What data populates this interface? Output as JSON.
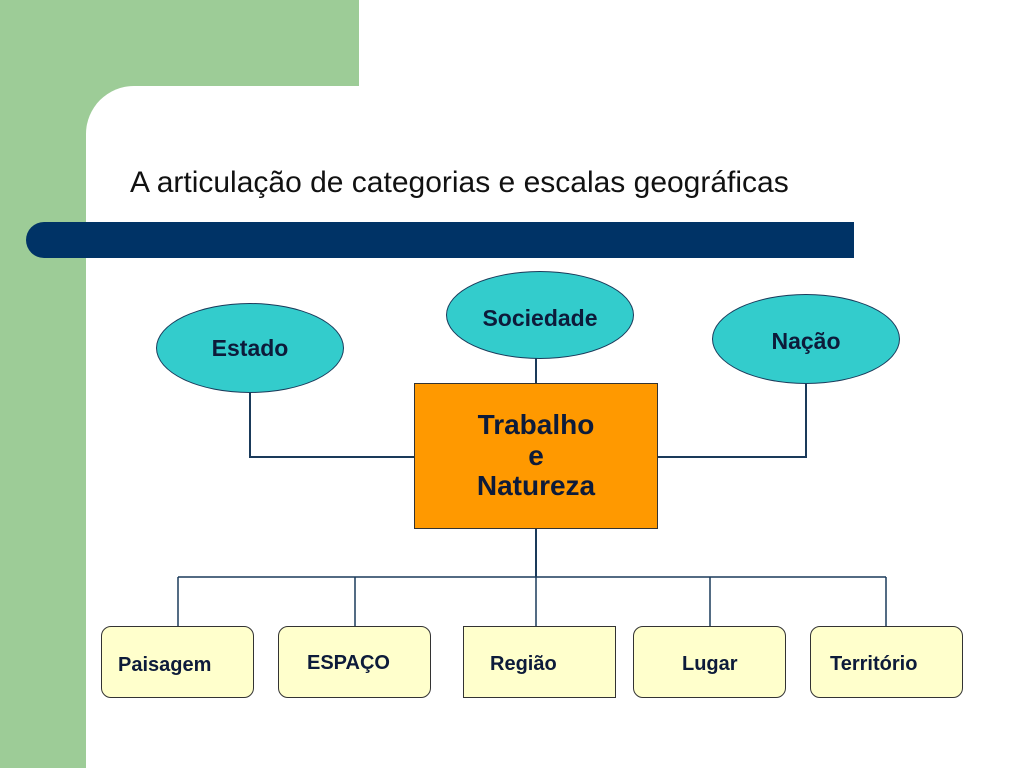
{
  "slide": {
    "title": "A articulação de categorias e escalas geográficas",
    "colors": {
      "side_panel": "#9dcc97",
      "title_bar": "#003366",
      "ellipse_fill": "#33cccc",
      "center_fill": "#ff9900",
      "leaf_fill": "#ffffcc",
      "connector": "#1a3a5a"
    }
  },
  "diagram": {
    "top_nodes": {
      "estado": "Estado",
      "sociedade": "Sociedade",
      "nacao": "Nação"
    },
    "center": {
      "lines": [
        "Trabalho",
        "e",
        "Natureza"
      ]
    },
    "categories": [
      "Paisagem",
      "ESPAÇO",
      "Região",
      "Lugar",
      "Território"
    ]
  }
}
